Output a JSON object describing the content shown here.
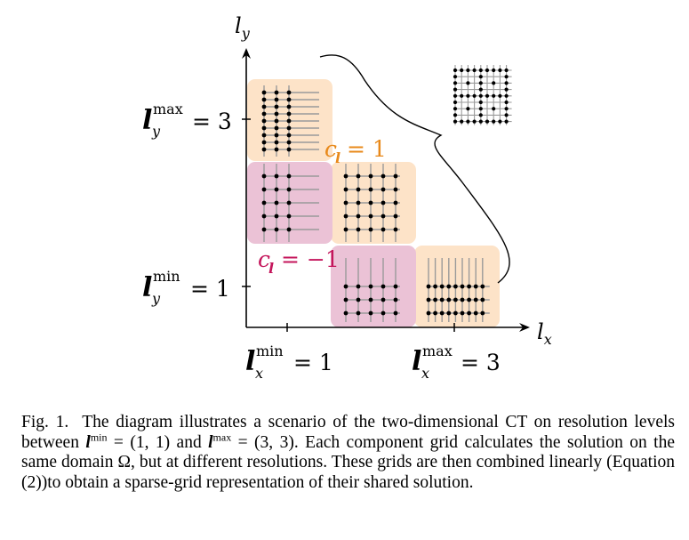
{
  "figure": {
    "axis_y_label": "l",
    "axis_y_sub": "y",
    "axis_x_label": "l",
    "axis_x_sub": "x",
    "ymax": {
      "base": "l",
      "sup": "max",
      "sub": "y",
      "eq": "= 3"
    },
    "ymin": {
      "base": "l",
      "sup": "min",
      "sub": "y",
      "eq": "= 1"
    },
    "xmin": {
      "base": "l",
      "sup": "min",
      "sub": "x",
      "eq": "= 1"
    },
    "xmax": {
      "base": "l",
      "sup": "max",
      "sub": "x",
      "eq": "= 3"
    },
    "coef_pos": {
      "c": "c",
      "sub": "l",
      "eq": "= 1",
      "color": "#e8891a"
    },
    "coef_neg": {
      "c": "c",
      "sub": "l",
      "eq": "= −1",
      "color": "#c4155b"
    },
    "colors": {
      "orange_fill": "#fde3c8",
      "pink_fill": "#ebc2d6",
      "grid_line": "#9a9a9a",
      "point": "#000000"
    }
  },
  "caption": {
    "label": "Fig. 1.",
    "part1": "The diagram illustrates a scenario of the two-dimensional CT on resolution levels between",
    "lmin_sym": "l",
    "lmin_sup": "min",
    "lmin_val": "= (1, 1)",
    "and": "and",
    "lmax_sym": "l",
    "lmax_sup": "max",
    "lmax_val": "= (3, 3).",
    "part2": "Each component grid calculates the solution on the same domain Ω, but at different resolutions. These grids are then combined linearly (Equation (2))to obtain a sparse-grid representation of their shared solution."
  }
}
